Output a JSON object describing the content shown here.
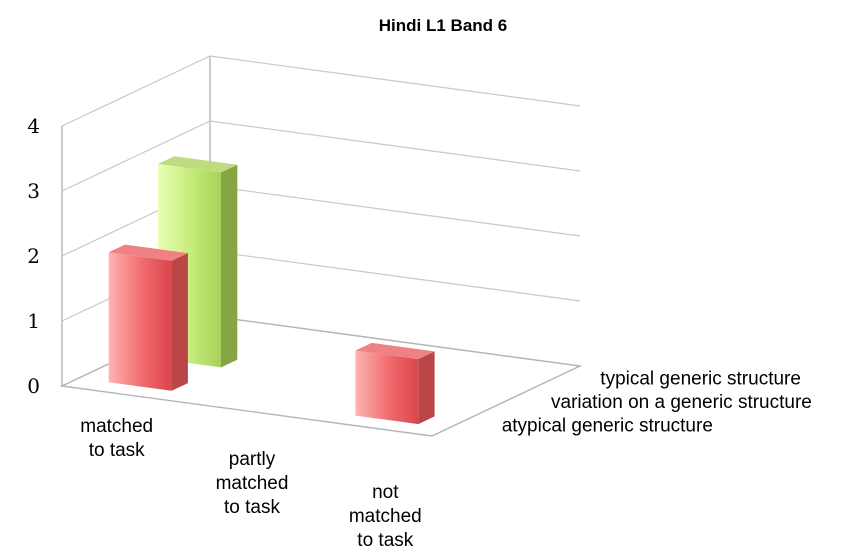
{
  "chart_data": {
    "type": "bar",
    "title": "Hindi L1 Band 6",
    "categories": [
      "matched to task",
      "partly matched to task",
      "not matched to task"
    ],
    "category_label_lines": [
      [
        "matched",
        "to task"
      ],
      [
        "partly",
        "matched",
        "to task"
      ],
      [
        "not",
        "matched",
        "to task"
      ]
    ],
    "series": [
      {
        "name": "atypical generic structure",
        "values": [
          2,
          0,
          1
        ],
        "color": "#e8575a"
      },
      {
        "name": "variation on a generic structure",
        "values": [
          3,
          0,
          0
        ],
        "color": "#a9cf54"
      },
      {
        "name": "typical generic structure",
        "values": [
          0,
          0,
          0
        ],
        "color": "#4f81bd"
      }
    ],
    "yticks": [
      0,
      1,
      2,
      3,
      4
    ],
    "ylim": [
      0,
      4
    ],
    "grid": true,
    "depth_axis": true
  }
}
